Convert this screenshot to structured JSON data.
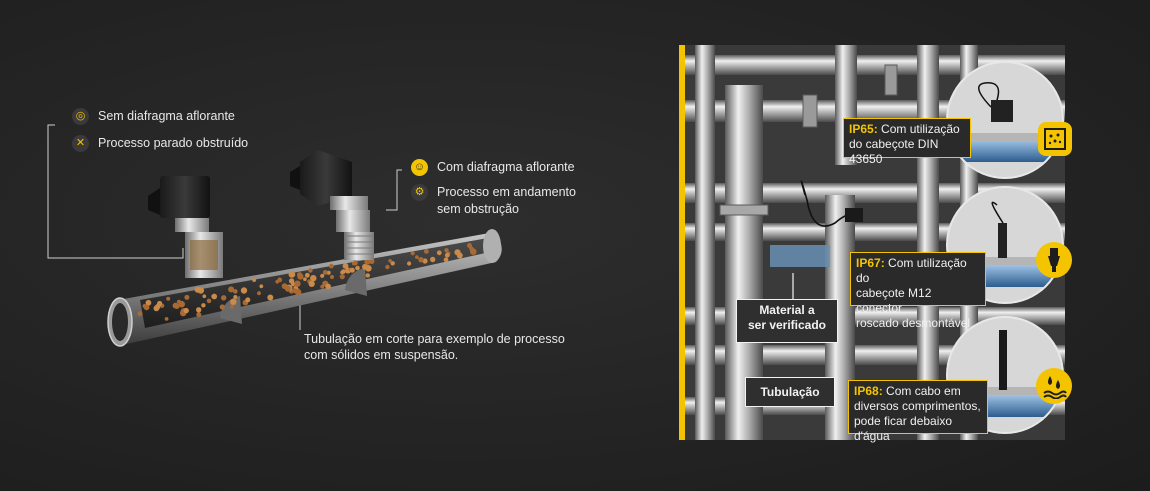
{
  "left": {
    "legend_a": [
      {
        "icon": "concentric-circles-icon",
        "label": "Sem diafragma aflorante"
      },
      {
        "icon": "crossed-arrows-icon",
        "label": "Processo parado obstruído"
      }
    ],
    "legend_b": [
      {
        "icon": "smiley-face-icon",
        "label": "Com diafragma aflorante"
      },
      {
        "icon": "gears-icon",
        "label": "Processo em andamento",
        "label2": "sem obstrução"
      }
    ],
    "caption_line1": "Tubulação em corte para exemplo de processo",
    "caption_line2": "com sólidos em suspensão."
  },
  "right": {
    "tags": {
      "material_line1": "Material a",
      "material_line2": "ser verificado",
      "tubulacao": "Tubulação"
    },
    "ip_boxes": [
      {
        "code": "IP65",
        "sep": ":",
        "line1": " Com utilização",
        "line2": "do cabeçote DIN 43650",
        "line3": "",
        "icon": "dust-box-icon"
      },
      {
        "code": "IP67",
        "sep": ":",
        "line1": " Com utilização do",
        "line2": "cabeçote M12 conector",
        "line3": "roscado desmontável",
        "icon": "connector-plug-icon"
      },
      {
        "code": "IP68",
        "sep": ":",
        "line1": " Com cabo em",
        "line2": "diversos comprimentos,",
        "line3": "pode ficar debaixo d'água",
        "icon": "water-drops-icon"
      }
    ]
  },
  "colors": {
    "accent": "#f4c400",
    "background": "#262626"
  }
}
